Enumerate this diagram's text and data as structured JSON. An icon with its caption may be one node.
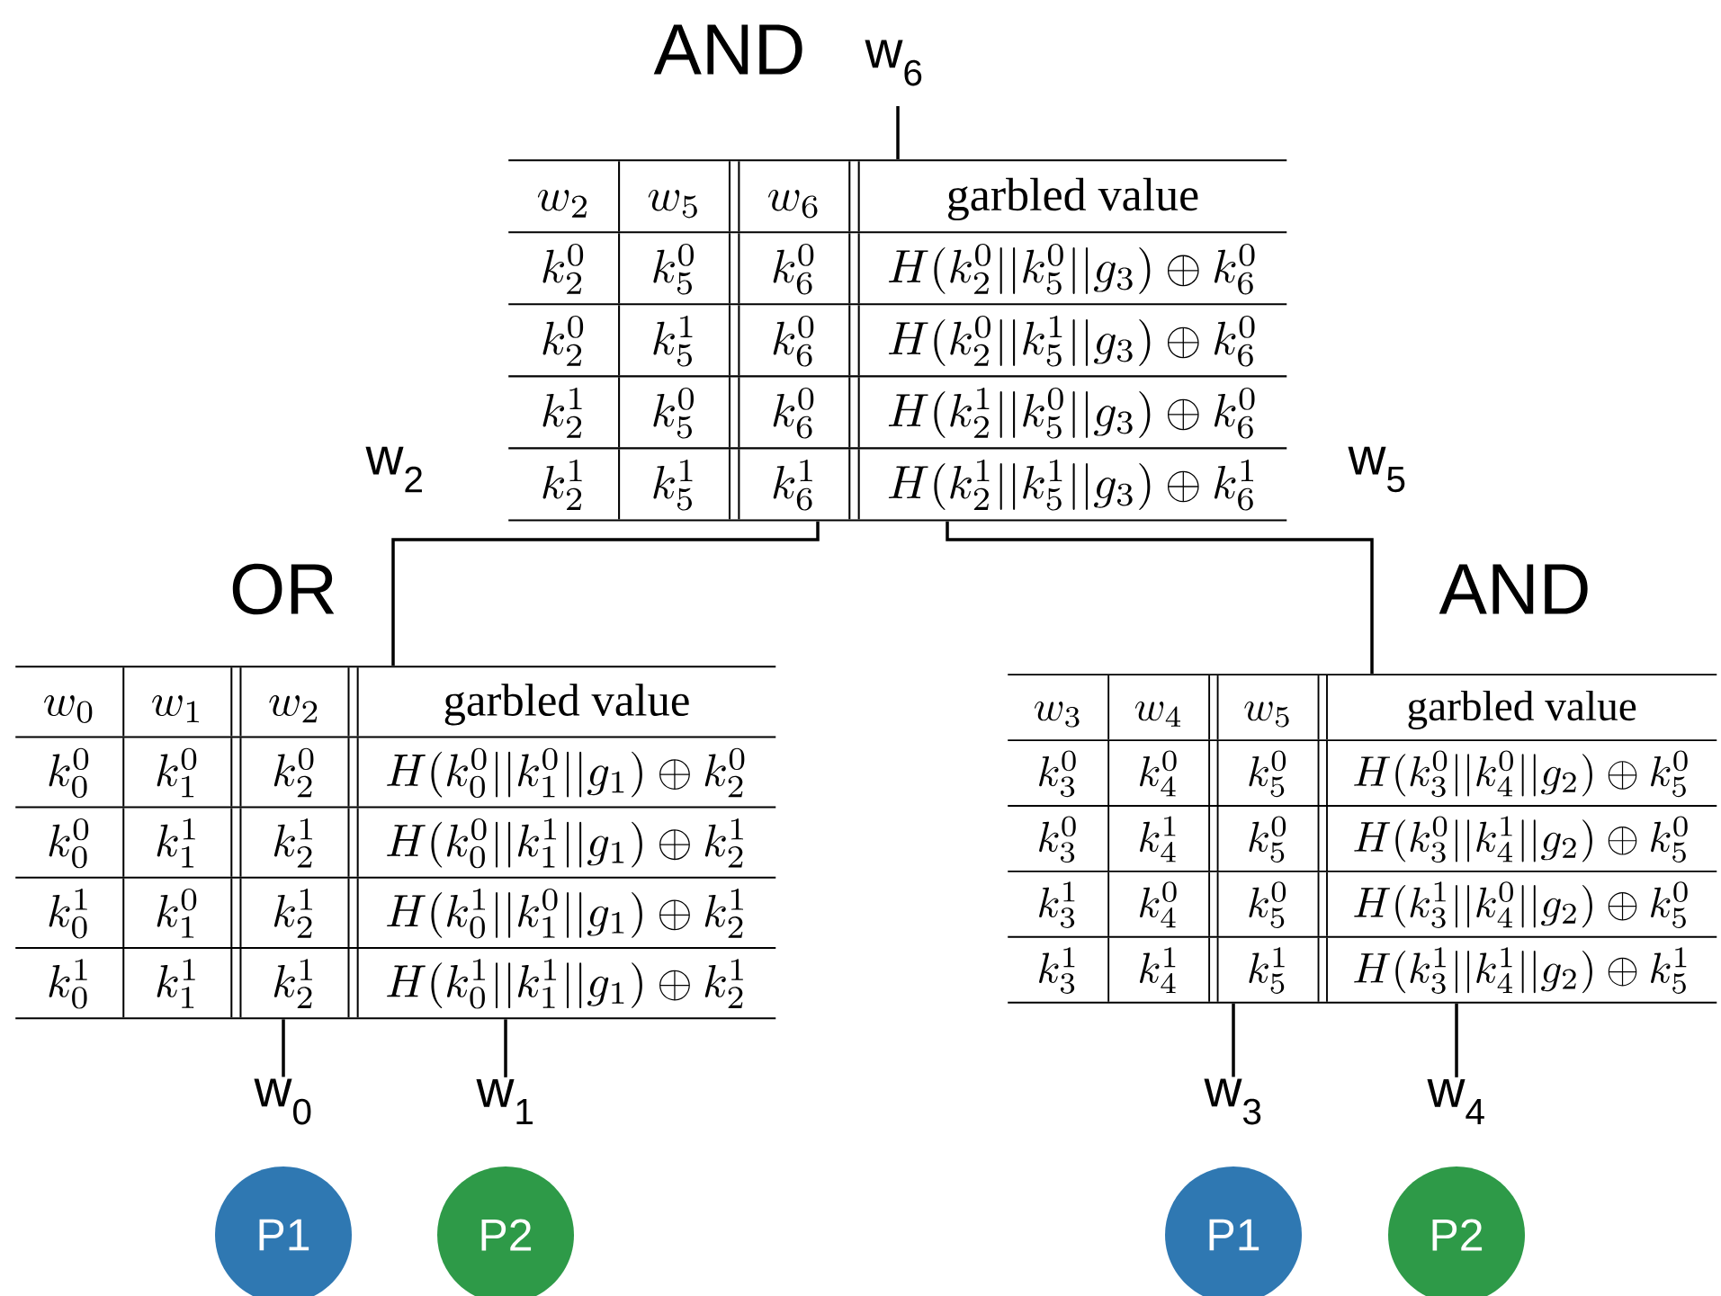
{
  "diagram": {
    "nodes": [
      {
        "text": [
          "AND",
          "w$_{6}$",
          "w_2",
          "w_5",
          "w_6",
          "garbled value",
          "k_2^0",
          "k_5^0",
          "k_6^0",
          "H(k_2^0||k_5^0||g_3) \\oplus k_6^0",
          "k_2^0",
          "k_5^1",
          "k_6^0",
          "H(k_2^0||k_5^1||g_3) \\oplus k_6^0",
          "k_2^1",
          "k_5^0",
          "k_6^0",
          "H(k_2^1||k_5^0||g_3) \\oplus k_6^0",
          "k_2^1",
          "k_5^1",
          "k_6^1",
          "H(k_2^1||k_5^1||g_3) \\oplus k_6^1"
        ]
      },
      {
        "text": [
          "OR",
          "w_0",
          "w_1",
          "w_2",
          "garbled value",
          "k_0^0",
          "k_1^0",
          "k_2^0",
          "H(k_0^0||k_1^0||g_1) \\oplus k_2^0",
          "k_0^0",
          "k_1^1",
          "k_2^1",
          "H(k_0^0||k_1^1||g_1) \\oplus k_2^1",
          "k_0^1",
          "k_1^0",
          "k_2^1",
          "H(k_0^1||k_1^0||g_1) \\oplus k_2^1",
          "k_0^1",
          "k_1^1",
          "k_2^1",
          "H(k_0^1||k_1^1||g_1) \\oplus k_2^1"
        ]
      },
      {
        "text": [
          "AND",
          "w_3",
          "w_4",
          "w_5",
          "garbled value",
          "k_3^0",
          "k_4^0",
          "k_5^0",
          "H(k_3^0||k_4^0||g_2) \\oplus k_5^0",
          "k_3^0",
          "k_4^1",
          "k_5^0",
          "H(k_3^0||k_4^1||g_2) \\oplus k_5^0",
          "k_3^1",
          "k_4^0",
          "k_5^0",
          "H(k_3^1||k_4^0||g_2) \\oplus k_5^0",
          "k_3^1",
          "k_4^1",
          "k_5^1",
          "H(k_3^1||k_4^1||g_2) \\oplus k_5^1"
        ]
      },
      {
        "text": [
          "w$_{0}$"
        ]
      },
      {
        "text": [
          "w$_{1}$"
        ]
      },
      {
        "text": [
          "w$_{3}$"
        ]
      },
      {
        "text": [
          "w$_{4}$"
        ]
      },
      {
        "text": [
          "P1"
        ]
      },
      {
        "text": [
          "P2"
        ]
      },
      {
        "text": [
          "P1"
        ]
      },
      {
        "text": [
          "P2"
        ]
      }
    ],
    "edges": [
      {
        "from": null,
        "to": 0,
        "arrow": "none"
      },
      {
        "from": 0,
        "to": 1,
        "arrow": "none",
        "label": "w$_{2}$"
      },
      {
        "from": 0,
        "to": 2,
        "arrow": "none",
        "label": "w$_{5}$"
      },
      {
        "from": 3,
        "to": 1,
        "arrow": "none"
      },
      {
        "from": 4,
        "to": 1,
        "arrow": "none"
      },
      {
        "from": 5,
        "to": 2,
        "arrow": "none"
      },
      {
        "from": 6,
        "to": 2,
        "arrow": "none"
      }
    ]
  }
}
